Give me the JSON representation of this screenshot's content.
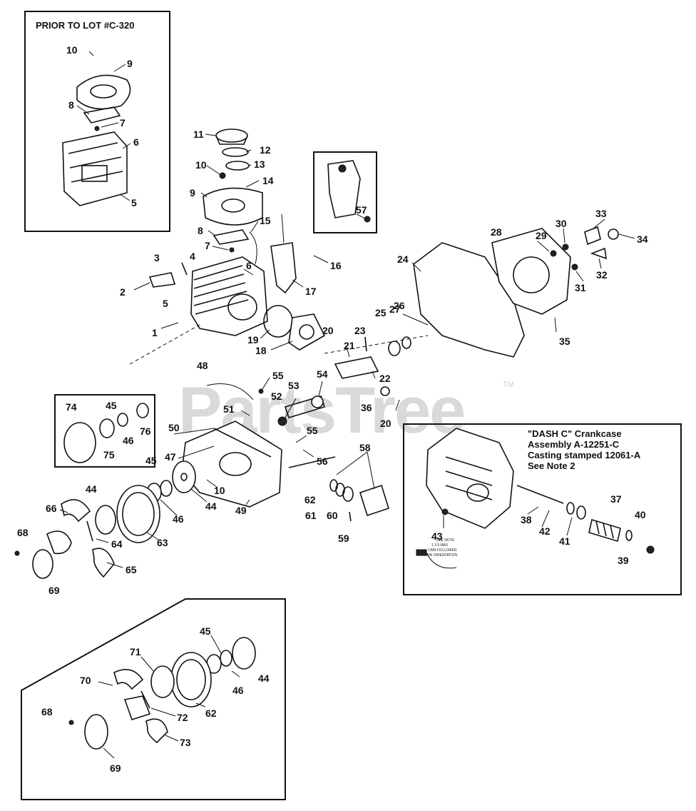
{
  "watermark": {
    "text": "PartsTree",
    "tm": "TM"
  },
  "inset_prior": {
    "title": "PRIOR TO LOT #C-320"
  },
  "inset_dash_c": {
    "lines": [
      "\"DASH C\" Crankcase",
      "Assembly A-12251-C",
      "Casting stamped 12061-A",
      "See Note 2"
    ],
    "small_note": [
      "SEE NOTE",
      "1 3 5 MAX",
      "CAM FOLLOWER",
      "PIN ORIENTATION"
    ]
  },
  "labels": [
    {
      "id": "p10a",
      "t": "10"
    },
    {
      "id": "p9a",
      "t": "9"
    },
    {
      "id": "p8a",
      "t": "8"
    },
    {
      "id": "p7a",
      "t": "7"
    },
    {
      "id": "p6a",
      "t": "6"
    },
    {
      "id": "p5a",
      "t": "5"
    },
    {
      "id": "p11",
      "t": "11"
    },
    {
      "id": "p12",
      "t": "12"
    },
    {
      "id": "p10b",
      "t": "10"
    },
    {
      "id": "p13",
      "t": "13"
    },
    {
      "id": "p14",
      "t": "14"
    },
    {
      "id": "p9b",
      "t": "9"
    },
    {
      "id": "p15",
      "t": "15"
    },
    {
      "id": "p8b",
      "t": "8"
    },
    {
      "id": "p7b",
      "t": "7"
    },
    {
      "id": "p3",
      "t": "3"
    },
    {
      "id": "p4",
      "t": "4"
    },
    {
      "id": "p6b",
      "t": "6"
    },
    {
      "id": "p16",
      "t": "16"
    },
    {
      "id": "p17",
      "t": "17"
    },
    {
      "id": "p2",
      "t": "2"
    },
    {
      "id": "p5b",
      "t": "5"
    },
    {
      "id": "p1",
      "t": "1"
    },
    {
      "id": "p19",
      "t": "19"
    },
    {
      "id": "p18",
      "t": "18"
    },
    {
      "id": "p20a",
      "t": "20"
    },
    {
      "id": "p57",
      "t": "57"
    },
    {
      "id": "p28",
      "t": "28"
    },
    {
      "id": "p29",
      "t": "29"
    },
    {
      "id": "p30",
      "t": "30"
    },
    {
      "id": "p33",
      "t": "33"
    },
    {
      "id": "p34",
      "t": "34"
    },
    {
      "id": "p24",
      "t": "24"
    },
    {
      "id": "p31",
      "t": "31"
    },
    {
      "id": "p32",
      "t": "32"
    },
    {
      "id": "p27",
      "t": "27"
    },
    {
      "id": "p35",
      "t": "35"
    },
    {
      "id": "p23",
      "t": "23"
    },
    {
      "id": "p25",
      "t": "25"
    },
    {
      "id": "p26",
      "t": "26"
    },
    {
      "id": "p21",
      "t": "21"
    },
    {
      "id": "p22",
      "t": "22"
    },
    {
      "id": "p48",
      "t": "48"
    },
    {
      "id": "p55a",
      "t": "55"
    },
    {
      "id": "p53",
      "t": "53"
    },
    {
      "id": "p54",
      "t": "54"
    },
    {
      "id": "p52",
      "t": "52"
    },
    {
      "id": "p36",
      "t": "36"
    },
    {
      "id": "p20b",
      "t": "20"
    },
    {
      "id": "p51",
      "t": "51"
    },
    {
      "id": "p74",
      "t": "74"
    },
    {
      "id": "p45a",
      "t": "45"
    },
    {
      "id": "p76",
      "t": "76"
    },
    {
      "id": "p46a",
      "t": "46"
    },
    {
      "id": "p75",
      "t": "75"
    },
    {
      "id": "p50",
      "t": "50"
    },
    {
      "id": "p55b",
      "t": "55"
    },
    {
      "id": "p47",
      "t": "47"
    },
    {
      "id": "p45b",
      "t": "45"
    },
    {
      "id": "p56",
      "t": "56"
    },
    {
      "id": "p58",
      "t": "58"
    },
    {
      "id": "p10c",
      "t": "10"
    },
    {
      "id": "p44a",
      "t": "44"
    },
    {
      "id": "p44b",
      "t": "44"
    },
    {
      "id": "p62a",
      "t": "62"
    },
    {
      "id": "p49",
      "t": "49"
    },
    {
      "id": "p46b",
      "t": "46"
    },
    {
      "id": "p61",
      "t": "61"
    },
    {
      "id": "p60",
      "t": "60"
    },
    {
      "id": "p66",
      "t": "66"
    },
    {
      "id": "p59",
      "t": "59"
    },
    {
      "id": "p63",
      "t": "63"
    },
    {
      "id": "p68a",
      "t": "68"
    },
    {
      "id": "p64",
      "t": "64"
    },
    {
      "id": "p65",
      "t": "65"
    },
    {
      "id": "p69a",
      "t": "69"
    },
    {
      "id": "p37",
      "t": "37"
    },
    {
      "id": "p40",
      "t": "40"
    },
    {
      "id": "p38",
      "t": "38"
    },
    {
      "id": "p43",
      "t": "43"
    },
    {
      "id": "p42",
      "t": "42"
    },
    {
      "id": "p41",
      "t": "41"
    },
    {
      "id": "p39",
      "t": "39"
    },
    {
      "id": "p45c",
      "t": "45"
    },
    {
      "id": "p71",
      "t": "71"
    },
    {
      "id": "p44c",
      "t": "44"
    },
    {
      "id": "p46c",
      "t": "46"
    },
    {
      "id": "p70",
      "t": "70"
    },
    {
      "id": "p62b",
      "t": "62"
    },
    {
      "id": "p72",
      "t": "72"
    },
    {
      "id": "p68b",
      "t": "68"
    },
    {
      "id": "p73",
      "t": "73"
    },
    {
      "id": "p69b",
      "t": "69"
    }
  ]
}
